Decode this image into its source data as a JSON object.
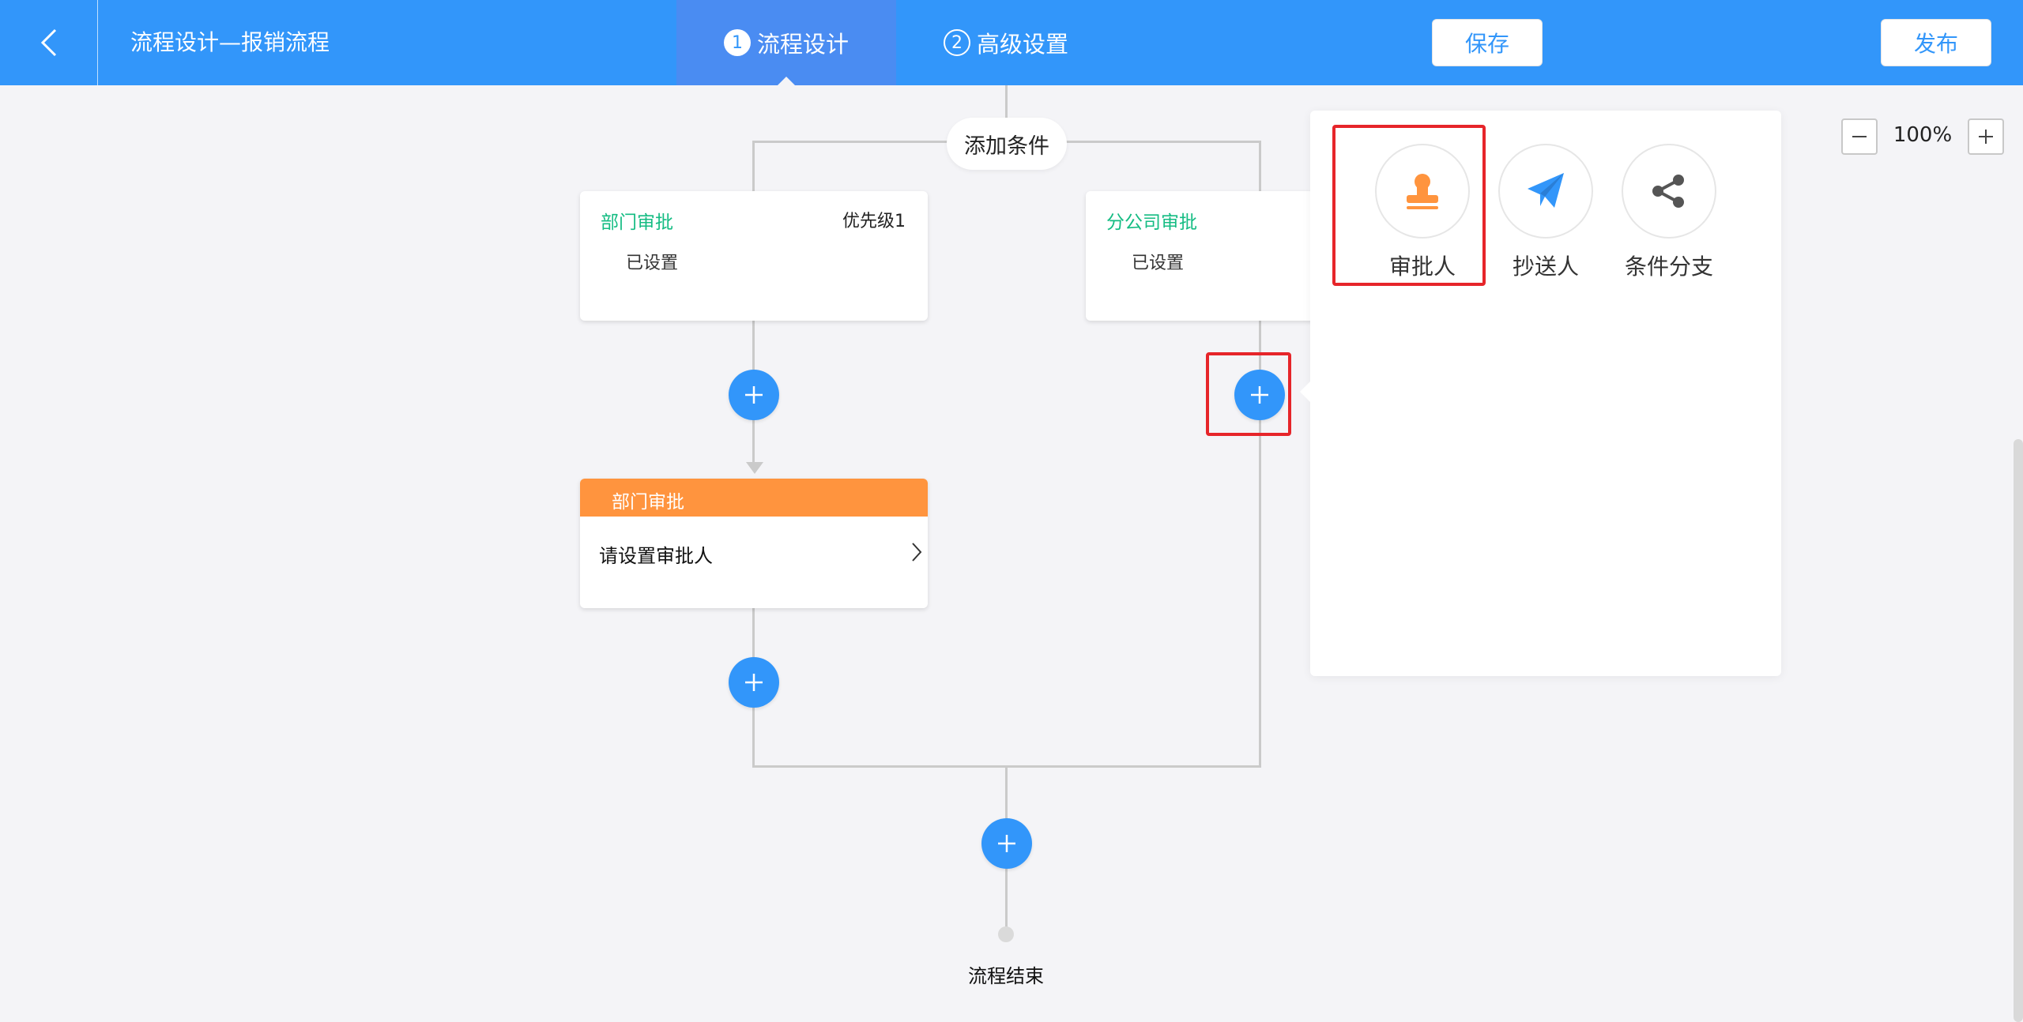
{
  "header": {
    "title": "流程设计—报销流程",
    "tabs": [
      {
        "num": "1",
        "label": "流程设计"
      },
      {
        "num": "2",
        "label": "高级设置"
      }
    ],
    "save_label": "保存",
    "publish_label": "发布"
  },
  "canvas": {
    "add_condition_label": "添加条件",
    "conditions": [
      {
        "title": "部门审批",
        "priority": "优先级1",
        "content": "已设置"
      },
      {
        "title": "分公司审批",
        "content": "已设置"
      }
    ],
    "approver_node": {
      "title": "部门审批",
      "content": "请设置审批人"
    },
    "end_label": "流程结束"
  },
  "popover": {
    "items": [
      {
        "label": "审批人",
        "icon": "stamp-icon"
      },
      {
        "label": "抄送人",
        "icon": "paper-plane-icon"
      },
      {
        "label": "条件分支",
        "icon": "share-icon"
      }
    ]
  },
  "zoom": {
    "value": "100%"
  },
  "colors": {
    "primary": "#3296fa",
    "condition_title": "#15bc83",
    "approver_header": "#ff943e",
    "highlight": "#e6252a"
  }
}
